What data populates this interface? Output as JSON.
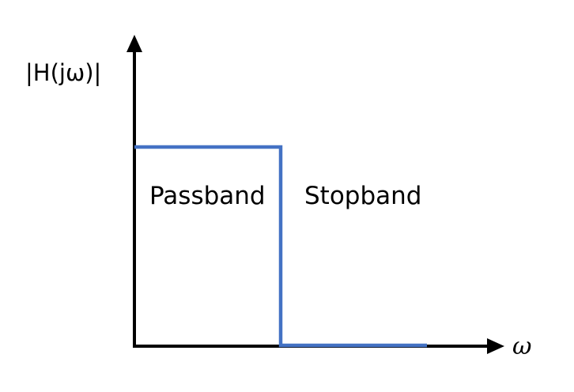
{
  "diagram": {
    "y_axis_label": "|H(jω)|",
    "x_axis_label": "ω",
    "regions": {
      "passband": "Passband",
      "stopband": "Stopband"
    },
    "colors": {
      "axis": "#000000",
      "response": "#4472C4",
      "background": "#ffffff"
    }
  }
}
